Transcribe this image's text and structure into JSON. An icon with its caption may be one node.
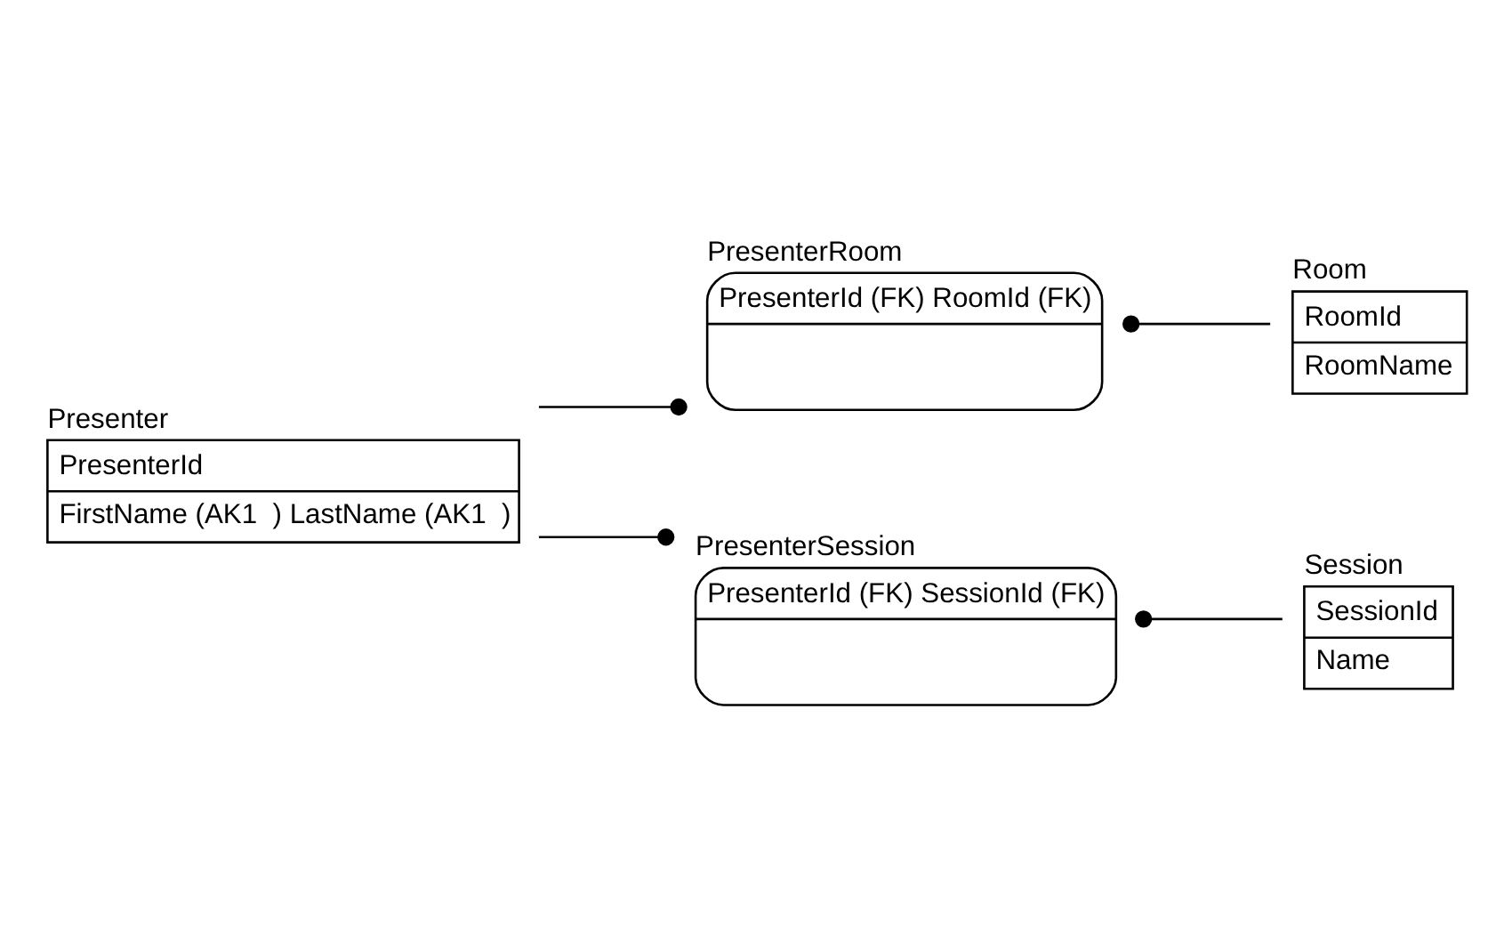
{
  "diagram": {
    "nodes": [
      {
        "text": [
          "Presenter",
          "PresenterId",
          "FirstName (AK1  ) LastName (AK1  )"
        ]
      },
      {
        "text": [
          "PresenterRoom",
          "PresenterId (FK) RoomId (FK)"
        ]
      },
      {
        "text": [
          "Room",
          "RoomId",
          "RoomName"
        ]
      },
      {
        "text": [
          "PresenterSession",
          "PresenterId (FK) SessionId (FK)"
        ]
      },
      {
        "text": [
          "Session",
          "SessionId",
          "Name"
        ]
      }
    ],
    "edges": [
      {
        "from": 0,
        "to": 1,
        "arrow": "other"
      },
      {
        "from": 2,
        "to": 1,
        "arrow": "other"
      },
      {
        "from": 0,
        "to": 3,
        "arrow": "other"
      },
      {
        "from": 4,
        "to": 3,
        "arrow": "other"
      }
    ]
  }
}
